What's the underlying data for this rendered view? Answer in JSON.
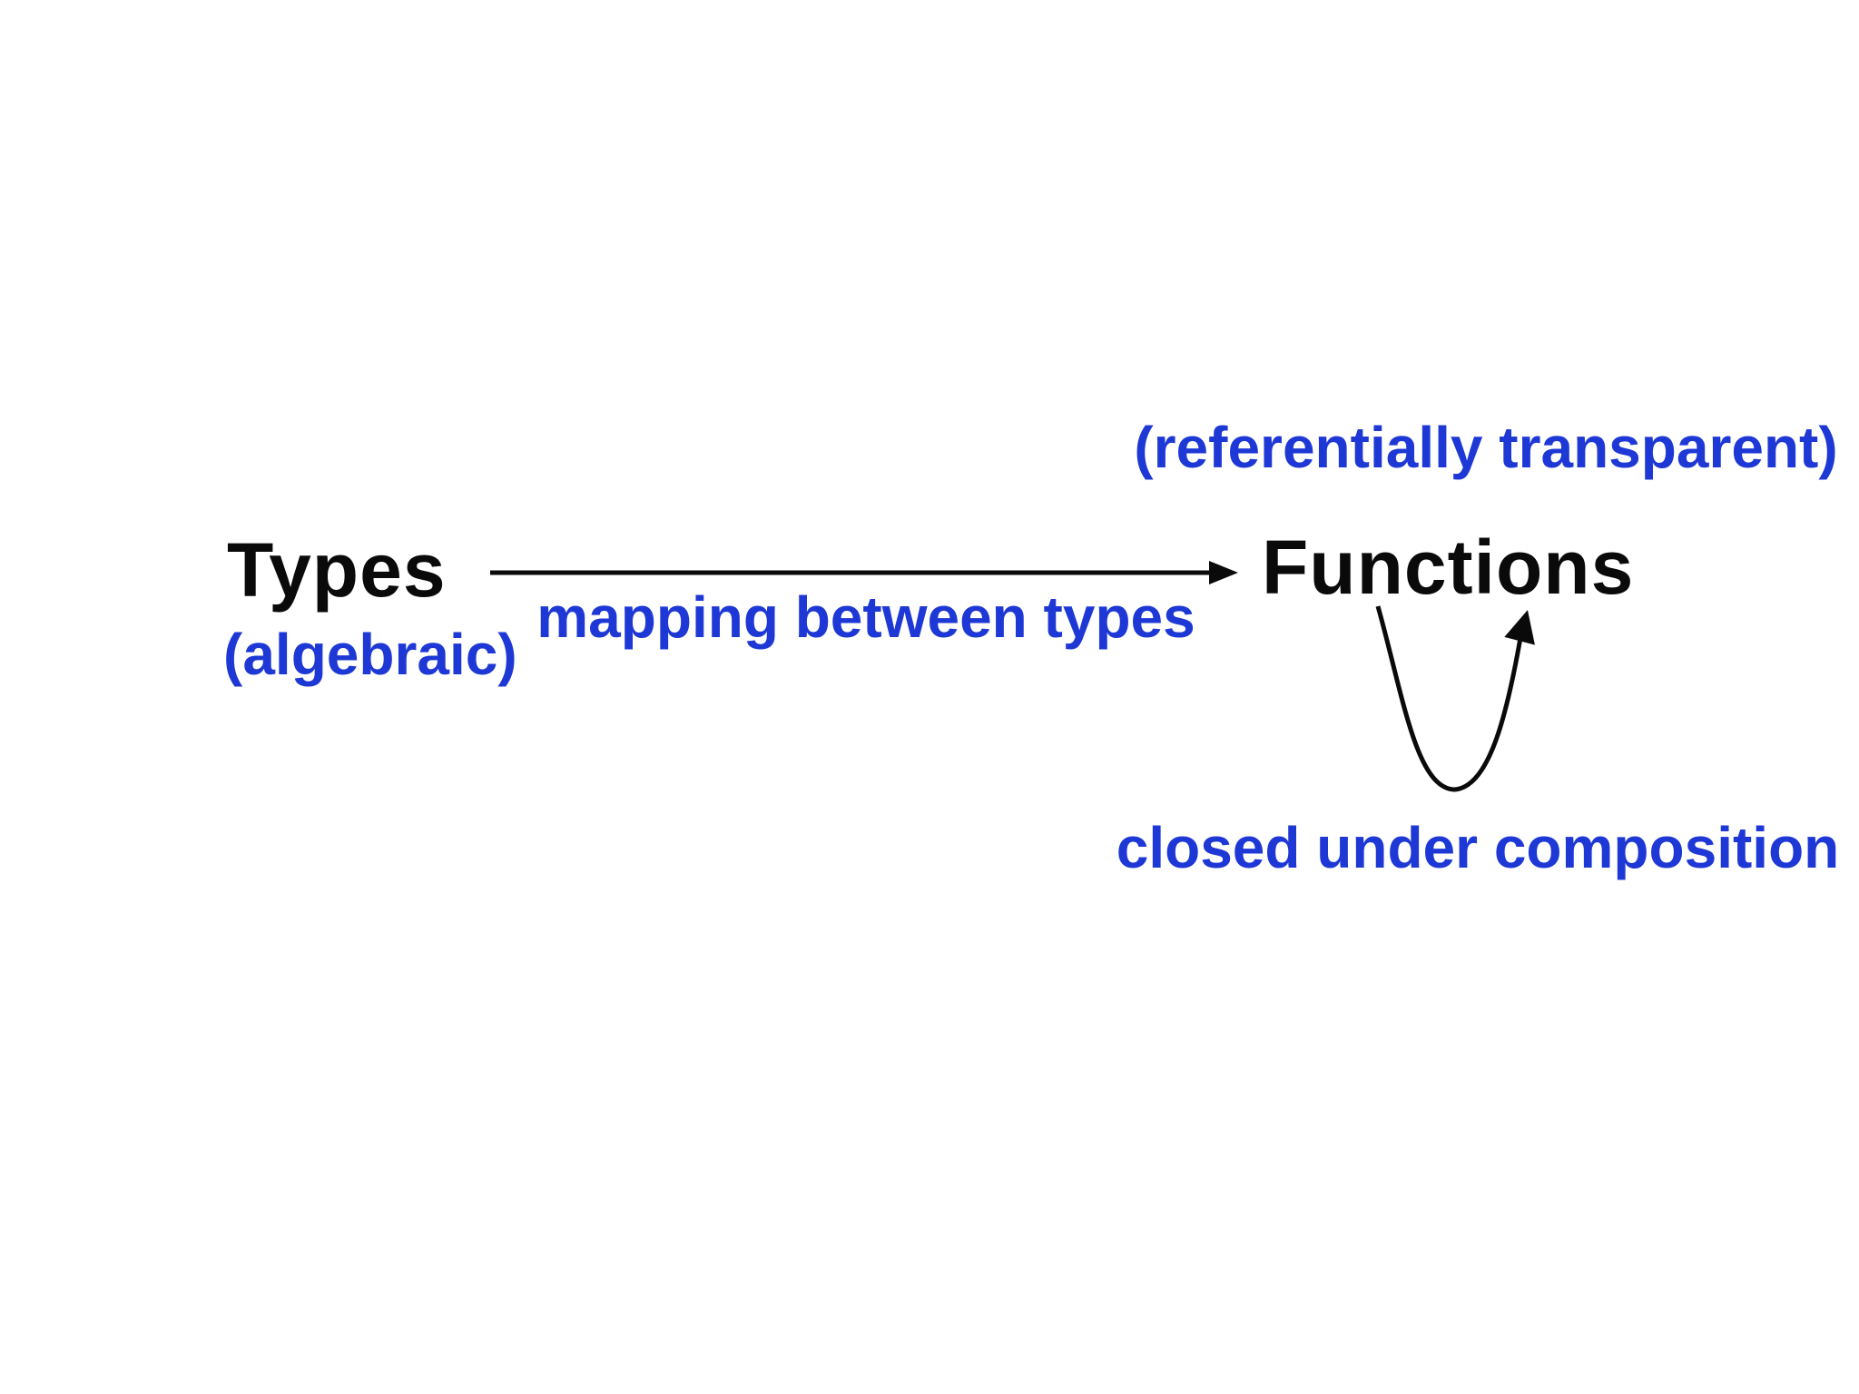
{
  "colors": {
    "background": "#ffffff",
    "accent_blue": "#1e38d6",
    "ink_black": "#0a0a0a"
  },
  "diagram": {
    "types_node": {
      "title": "Types",
      "annotation": "(algebraic)"
    },
    "functions_node": {
      "title": "Functions",
      "annotation_above": "(referentially transparent)",
      "annotation_below": "closed under composition"
    },
    "mapping_edge": {
      "label": "mapping between types"
    }
  }
}
